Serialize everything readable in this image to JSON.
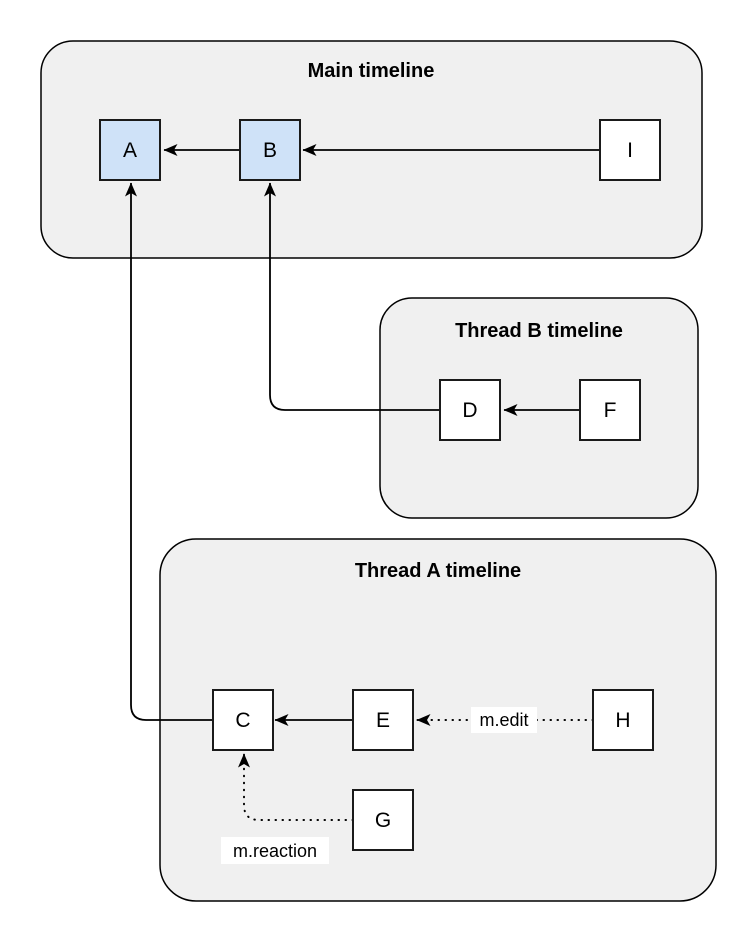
{
  "containers": {
    "main": {
      "title": "Main timeline"
    },
    "thread_b": {
      "title": "Thread B timeline"
    },
    "thread_a": {
      "title": "Thread A timeline"
    }
  },
  "nodes": {
    "a": {
      "label": "A",
      "highlighted": true
    },
    "b": {
      "label": "B",
      "highlighted": true
    },
    "i": {
      "label": "I",
      "highlighted": false
    },
    "d": {
      "label": "D",
      "highlighted": false
    },
    "f": {
      "label": "F",
      "highlighted": false
    },
    "c": {
      "label": "C",
      "highlighted": false
    },
    "e": {
      "label": "E",
      "highlighted": false
    },
    "h": {
      "label": "H",
      "highlighted": false
    },
    "g": {
      "label": "G",
      "highlighted": false
    }
  },
  "edges": {
    "b_to_a": {
      "source": "B",
      "target": "A",
      "line": "solid",
      "label": ""
    },
    "i_to_b": {
      "source": "I",
      "target": "B",
      "line": "solid",
      "label": ""
    },
    "d_to_b": {
      "source": "D",
      "target": "B",
      "line": "solid",
      "label": ""
    },
    "f_to_d": {
      "source": "F",
      "target": "D",
      "line": "solid",
      "label": ""
    },
    "c_to_a": {
      "source": "C",
      "target": "A",
      "line": "solid",
      "label": ""
    },
    "e_to_c": {
      "source": "E",
      "target": "C",
      "line": "solid",
      "label": ""
    },
    "h_to_e": {
      "source": "H",
      "target": "E",
      "line": "dotted",
      "label": "m.edit"
    },
    "g_to_c": {
      "source": "G",
      "target": "C",
      "line": "dotted",
      "label": "m.reaction"
    }
  },
  "colors": {
    "background": "#ffffff",
    "container_fill": "#f0f0f0",
    "node_fill": "#ffffff",
    "node_highlight_fill": "#cfe2f8",
    "stroke": "#000000"
  }
}
